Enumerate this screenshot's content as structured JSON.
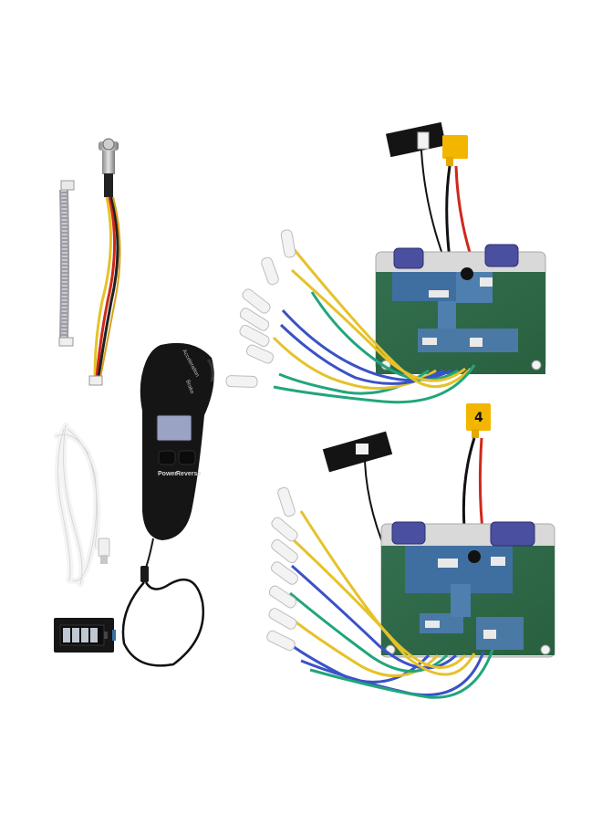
{
  "remote": {
    "power_label": "Power",
    "reverse_label": "Reverse",
    "top_label": "Acceleration",
    "side_label": "Brake"
  },
  "board_lower": {
    "connector_label": "4"
  },
  "colors": {
    "background": "#ffffff",
    "pcb_green": "#2f6a4a",
    "pcb_module_blue": "#3f6fa0",
    "capacitor_purple": "#4b4fa0",
    "connector_yellow": "#f2b600",
    "wire_red": "#d0281c",
    "wire_yellow": "#e6c22a",
    "wire_green": "#21a57c",
    "wire_blue": "#3a52c6",
    "remote_black": "#151515",
    "cable_white": "#f4f4f4"
  },
  "icons": [
    "ribbon-cable",
    "power-switch",
    "handheld-remote",
    "usb-cable",
    "battery-indicator",
    "controller-board"
  ]
}
